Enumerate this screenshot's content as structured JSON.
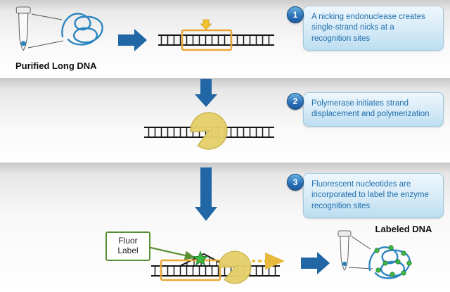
{
  "steps": [
    {
      "number": "1",
      "text": "A nicking endonuclease creates single-strand nicks at a recognition sites"
    },
    {
      "number": "2",
      "text": "Polymerase initiates strand displacement and polymerization"
    },
    {
      "number": "3",
      "text": "Fluorescent nucleotides are incorporated to label the enzyme recognition sites"
    }
  ],
  "labels": {
    "purified_dna": "Purified Long DNA",
    "fluor_label": "Fluor Label",
    "labeled_dna": "Labeled DNA"
  },
  "icons": {
    "tube": "microcentrifuge-tube-icon",
    "coil": "dna-coil-icon",
    "polymerase": "polymerase-enzyme-icon",
    "star": "fluorescent-star-icon"
  },
  "colors": {
    "arrow_blue": "#2166a5",
    "callout_text": "#1f6fad",
    "badge_blue": "#2b70b5",
    "highlight_orange": "#eca636",
    "nick_yellow": "#f2c12e",
    "polymerase_yellow": "#e5d06a",
    "fluor_green": "#3fba45",
    "dna_coil_blue": "#2e86c1",
    "dashed_arrow_gold": "#e7b93c",
    "fluor_box_border": "#5a8f33"
  }
}
